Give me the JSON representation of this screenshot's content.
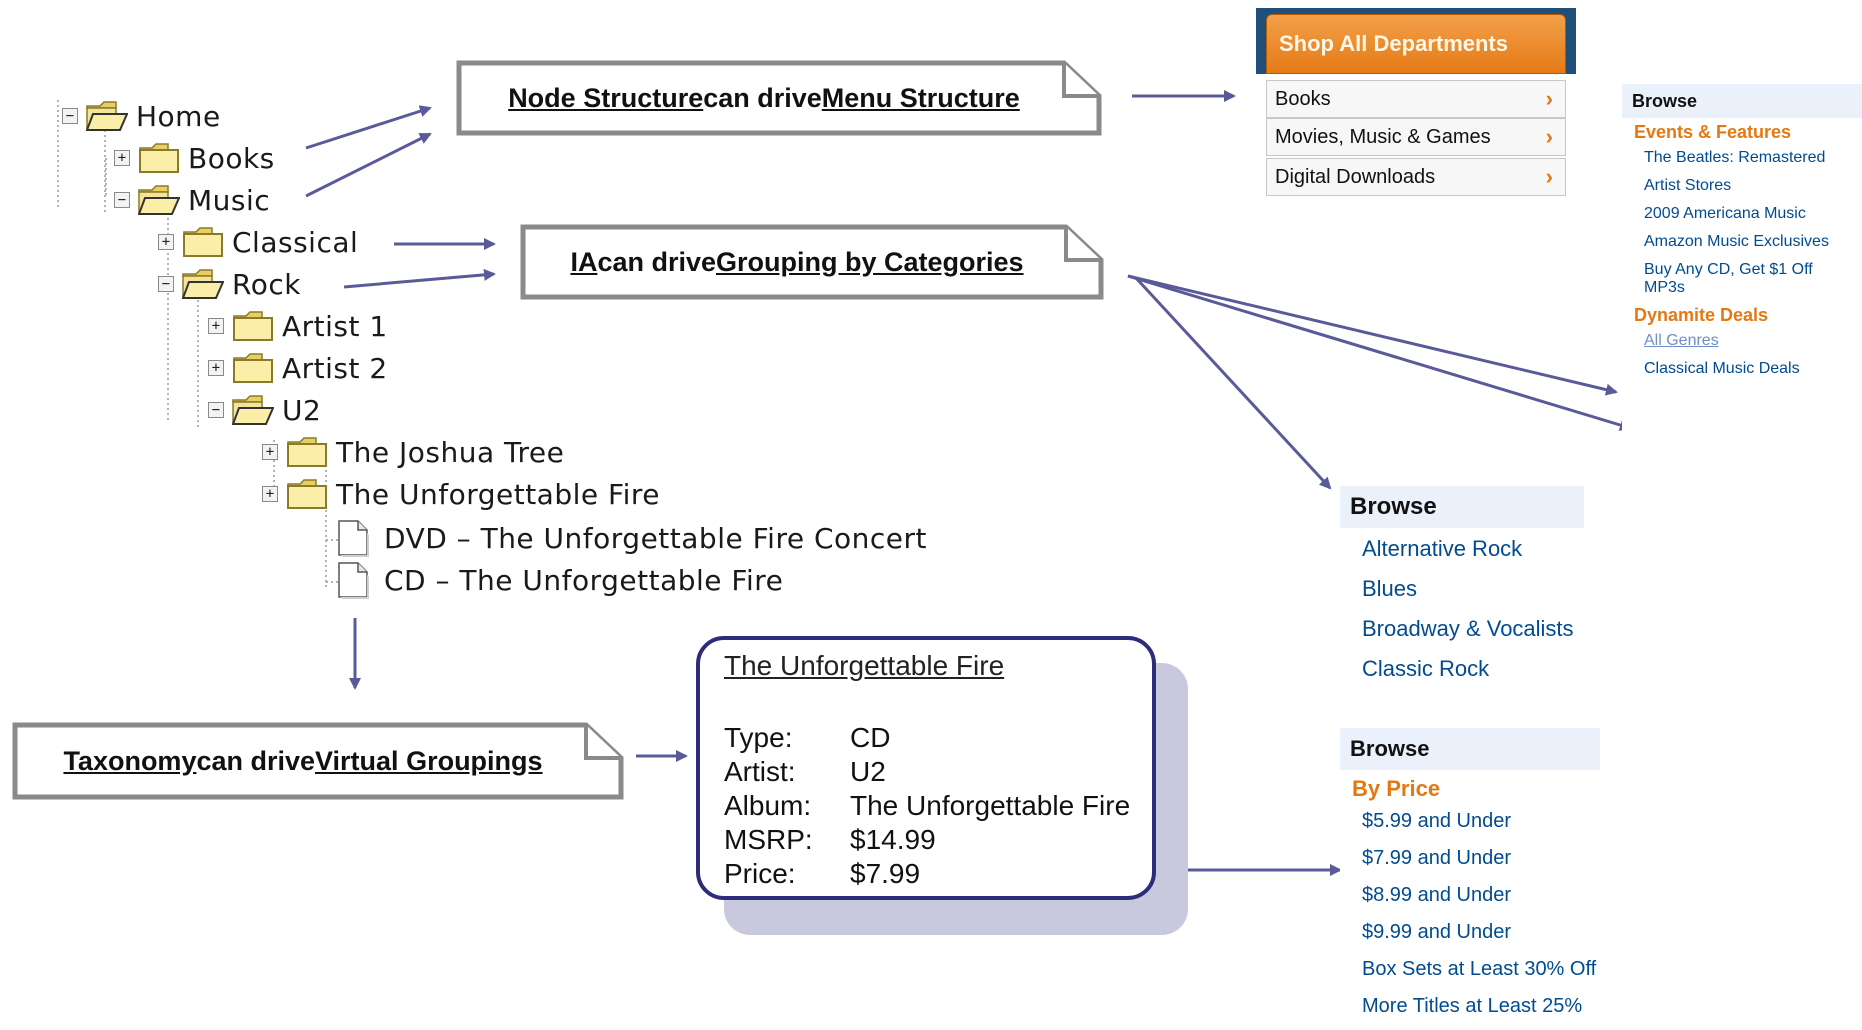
{
  "tree": [
    {
      "label": "Home",
      "toggle": "−",
      "icon": "folder-open"
    },
    {
      "label": "Books",
      "toggle": "+",
      "icon": "folder"
    },
    {
      "label": "Music",
      "toggle": "−",
      "icon": "folder-open"
    },
    {
      "label": "Classical",
      "toggle": "+",
      "icon": "folder"
    },
    {
      "label": "Rock",
      "toggle": "−",
      "icon": "folder-open"
    },
    {
      "label": "Artist 1",
      "toggle": "+",
      "icon": "folder"
    },
    {
      "label": "Artist 2",
      "toggle": "+",
      "icon": "folder"
    },
    {
      "label": "U2",
      "toggle": "−",
      "icon": "folder-open"
    },
    {
      "label": "The Joshua Tree",
      "toggle": "+",
      "icon": "folder"
    },
    {
      "label": "The Unforgettable Fire",
      "toggle": "+",
      "icon": "folder"
    },
    {
      "label": "DVD – The Unforgettable Fire Concert",
      "toggle": "",
      "icon": "document"
    },
    {
      "label": "CD – The Unforgettable Fire",
      "toggle": "",
      "icon": "document"
    }
  ],
  "callouts": {
    "menu": {
      "part1": "Node Structure ",
      "part2": "can drive ",
      "part3": "Menu Structure"
    },
    "grouping": {
      "part1": "IA",
      "part2": " can drive ",
      "part3": "Grouping by Categories"
    },
    "virtual": {
      "part1": "Taxonomy",
      "part2": " can drive ",
      "part3": "Virtual Groupings"
    }
  },
  "shop_menu": {
    "button": "Shop All Departments",
    "items": [
      "Books",
      "Movies, Music & Games",
      "Digital Downloads"
    ],
    "chevron": "›"
  },
  "browse_right": {
    "heading": "Browse",
    "section1": "Events & Features",
    "links1": [
      "The Beatles: Remastered",
      "Artist Stores",
      "2009 Americana Music",
      "Amazon Music Exclusives",
      "Buy Any CD, Get $1 Off MP3s"
    ],
    "section2": "Dynamite Deals",
    "links2": [
      "All Genres",
      "Classical Music Deals"
    ]
  },
  "browse_genres": {
    "heading": "Browse",
    "links": [
      "Alternative Rock",
      "Blues",
      "Broadway & Vocalists",
      "Classic Rock"
    ]
  },
  "browse_price": {
    "heading": "Browse",
    "section": "By Price",
    "links": [
      "$5.99 and Under",
      "$7.99 and Under",
      "$8.99 and Under",
      "$9.99 and Under",
      "Box Sets at Least 30% Off",
      "More Titles at Least 25%"
    ]
  },
  "card": {
    "title": "The Unforgettable Fire",
    "fields": [
      {
        "key": "Type:",
        "value": "CD"
      },
      {
        "key": "Artist:",
        "value": "U2"
      },
      {
        "key": "Album:",
        "value": "The Unforgettable Fire"
      },
      {
        "key": "MSRP:",
        "value": "$14.99"
      },
      {
        "key": "Price:",
        "value": "$7.99"
      }
    ]
  },
  "colors": {
    "arrow": "#5a5a99",
    "accent_orange": "#e47911",
    "link_blue": "#004b91",
    "card_border": "#2c2c7a"
  }
}
